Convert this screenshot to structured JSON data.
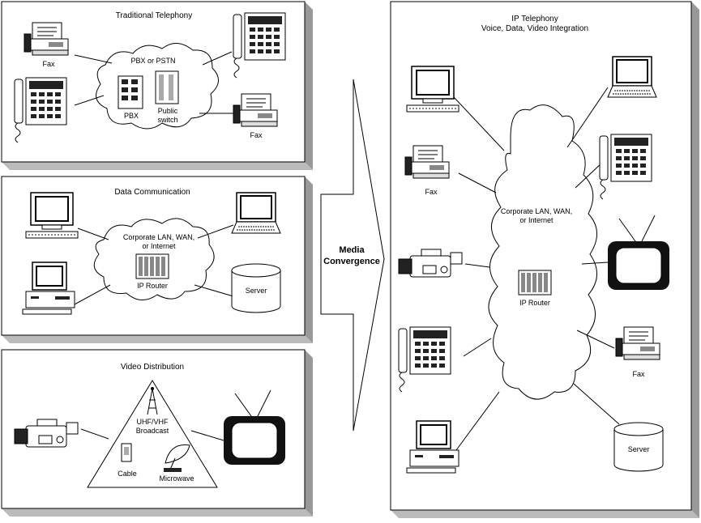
{
  "traditional": {
    "title": "Traditional Telephony",
    "cloud_label": "PBX or PSTN",
    "pbx_label": "PBX",
    "switch_label_1": "Public",
    "switch_label_2": "switch",
    "fax_left": "Fax",
    "fax_right": "Fax"
  },
  "data_comm": {
    "title": "Data Communication",
    "cloud_label_1": "Corporate LAN, WAN,",
    "cloud_label_2": "or Internet",
    "router_label": "IP Router",
    "server_label": "Server"
  },
  "video": {
    "title": "Video Distribution",
    "broadcast_1": "UHF/VHF",
    "broadcast_2": "Broadcast",
    "cable": "Cable",
    "microwave": "Microwave"
  },
  "convergence": {
    "line1": "Media",
    "line2": "Convergence"
  },
  "ip": {
    "title_1": "IP Telephony",
    "title_2": "Voice, Data, Video Integration",
    "cloud_label_1": "Corporate LAN, WAN,",
    "cloud_label_2": "or Internet",
    "router_label": "IP Router",
    "fax_left": "Fax",
    "fax_right": "Fax",
    "server_label": "Server"
  },
  "icons": [
    "fax-icon",
    "phone-icon",
    "pbx-icon",
    "switch-icon",
    "computer-icon",
    "laptop-icon",
    "server-icon",
    "router-icon",
    "camcorder-icon",
    "tv-icon",
    "antenna-tower-icon",
    "cable-icon",
    "satellite-dish-icon"
  ]
}
